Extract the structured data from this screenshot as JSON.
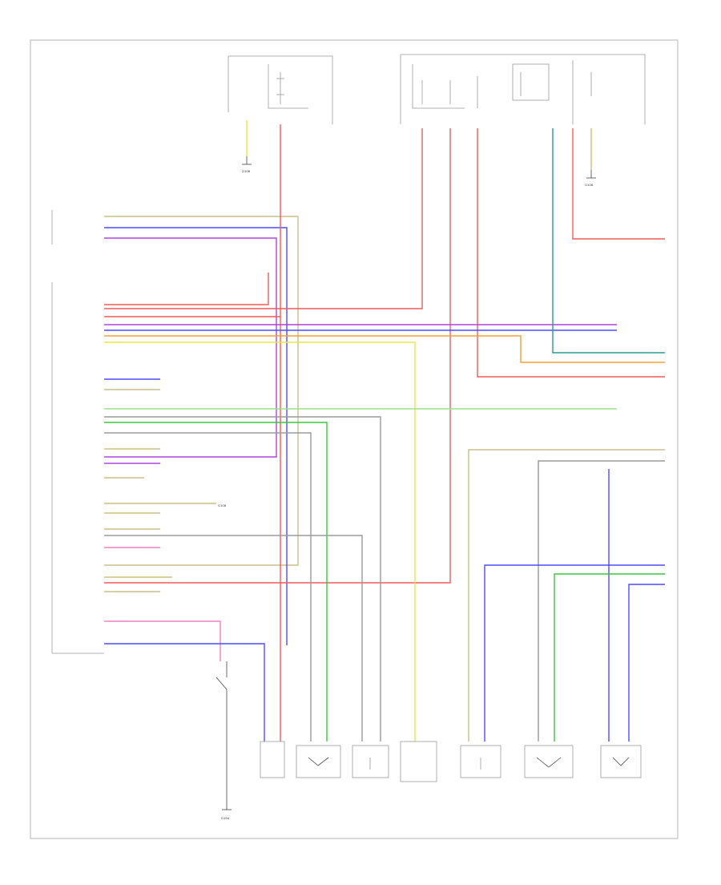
{
  "page_label": "",
  "colors": {
    "red": "#f25a5a",
    "blue": "#4d4dff",
    "violet": "#b040e0",
    "yellow": "#e8e840",
    "green": "#3cc83c",
    "orange": "#f5a030",
    "teal": "#2a9a9a",
    "tan": "#cbbf8a",
    "gray": "#9a9a9a",
    "pink": "#f080c0",
    "lightgreen": "#9de08a"
  },
  "components": {
    "gnd_labels": [
      "G106",
      "G108",
      "G108",
      "G104"
    ],
    "module_labels": [
      "",
      "",
      "",
      "",
      "",
      "",
      "",
      ""
    ],
    "connector_labels": [],
    "wire_labels": []
  }
}
